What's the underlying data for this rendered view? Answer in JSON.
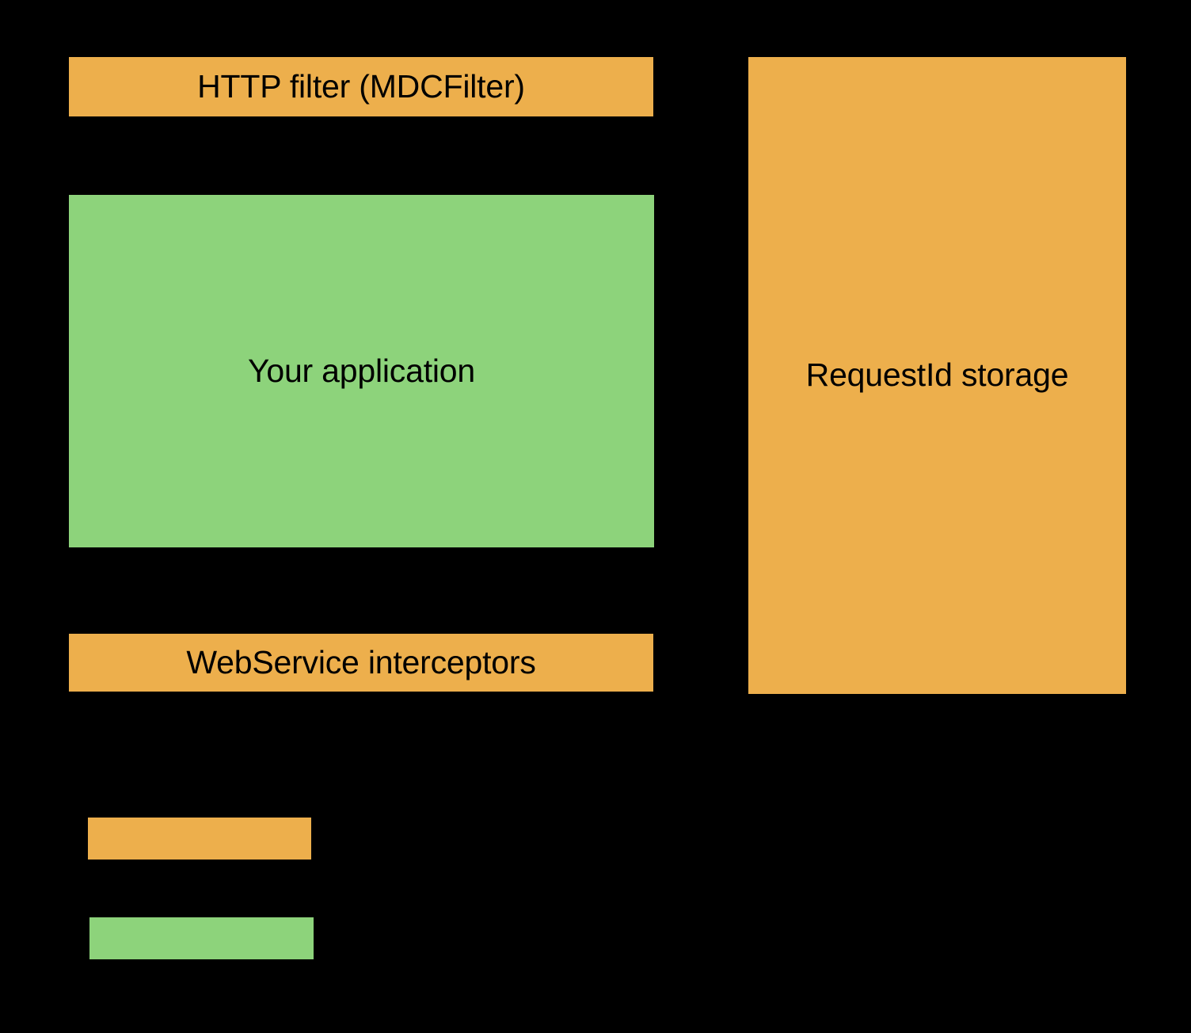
{
  "diagram": {
    "background_color": "#000000",
    "text_color": "#000000",
    "palette": {
      "orange": "#EDAF4C",
      "green": "#8DD37B"
    },
    "nodes": [
      {
        "id": "http-filter",
        "label": "HTTP filter (MDCFilter)",
        "fill": "#EDAF4C",
        "shape": "rectangle"
      },
      {
        "id": "your-application",
        "label": "Your application",
        "fill": "#8DD37B",
        "shape": "rectangle"
      },
      {
        "id": "webservice-interceptors",
        "label": "WebService interceptors",
        "fill": "#EDAF4C",
        "shape": "rectangle"
      },
      {
        "id": "requestid-storage",
        "label": "RequestId storage",
        "fill": "#EDAF4C",
        "shape": "rectangle"
      }
    ],
    "legend": {
      "items": [
        {
          "id": "legend-orange",
          "label": "",
          "fill": "#EDAF4C"
        },
        {
          "id": "legend-green",
          "label": "",
          "fill": "#8DD37B"
        }
      ]
    }
  }
}
